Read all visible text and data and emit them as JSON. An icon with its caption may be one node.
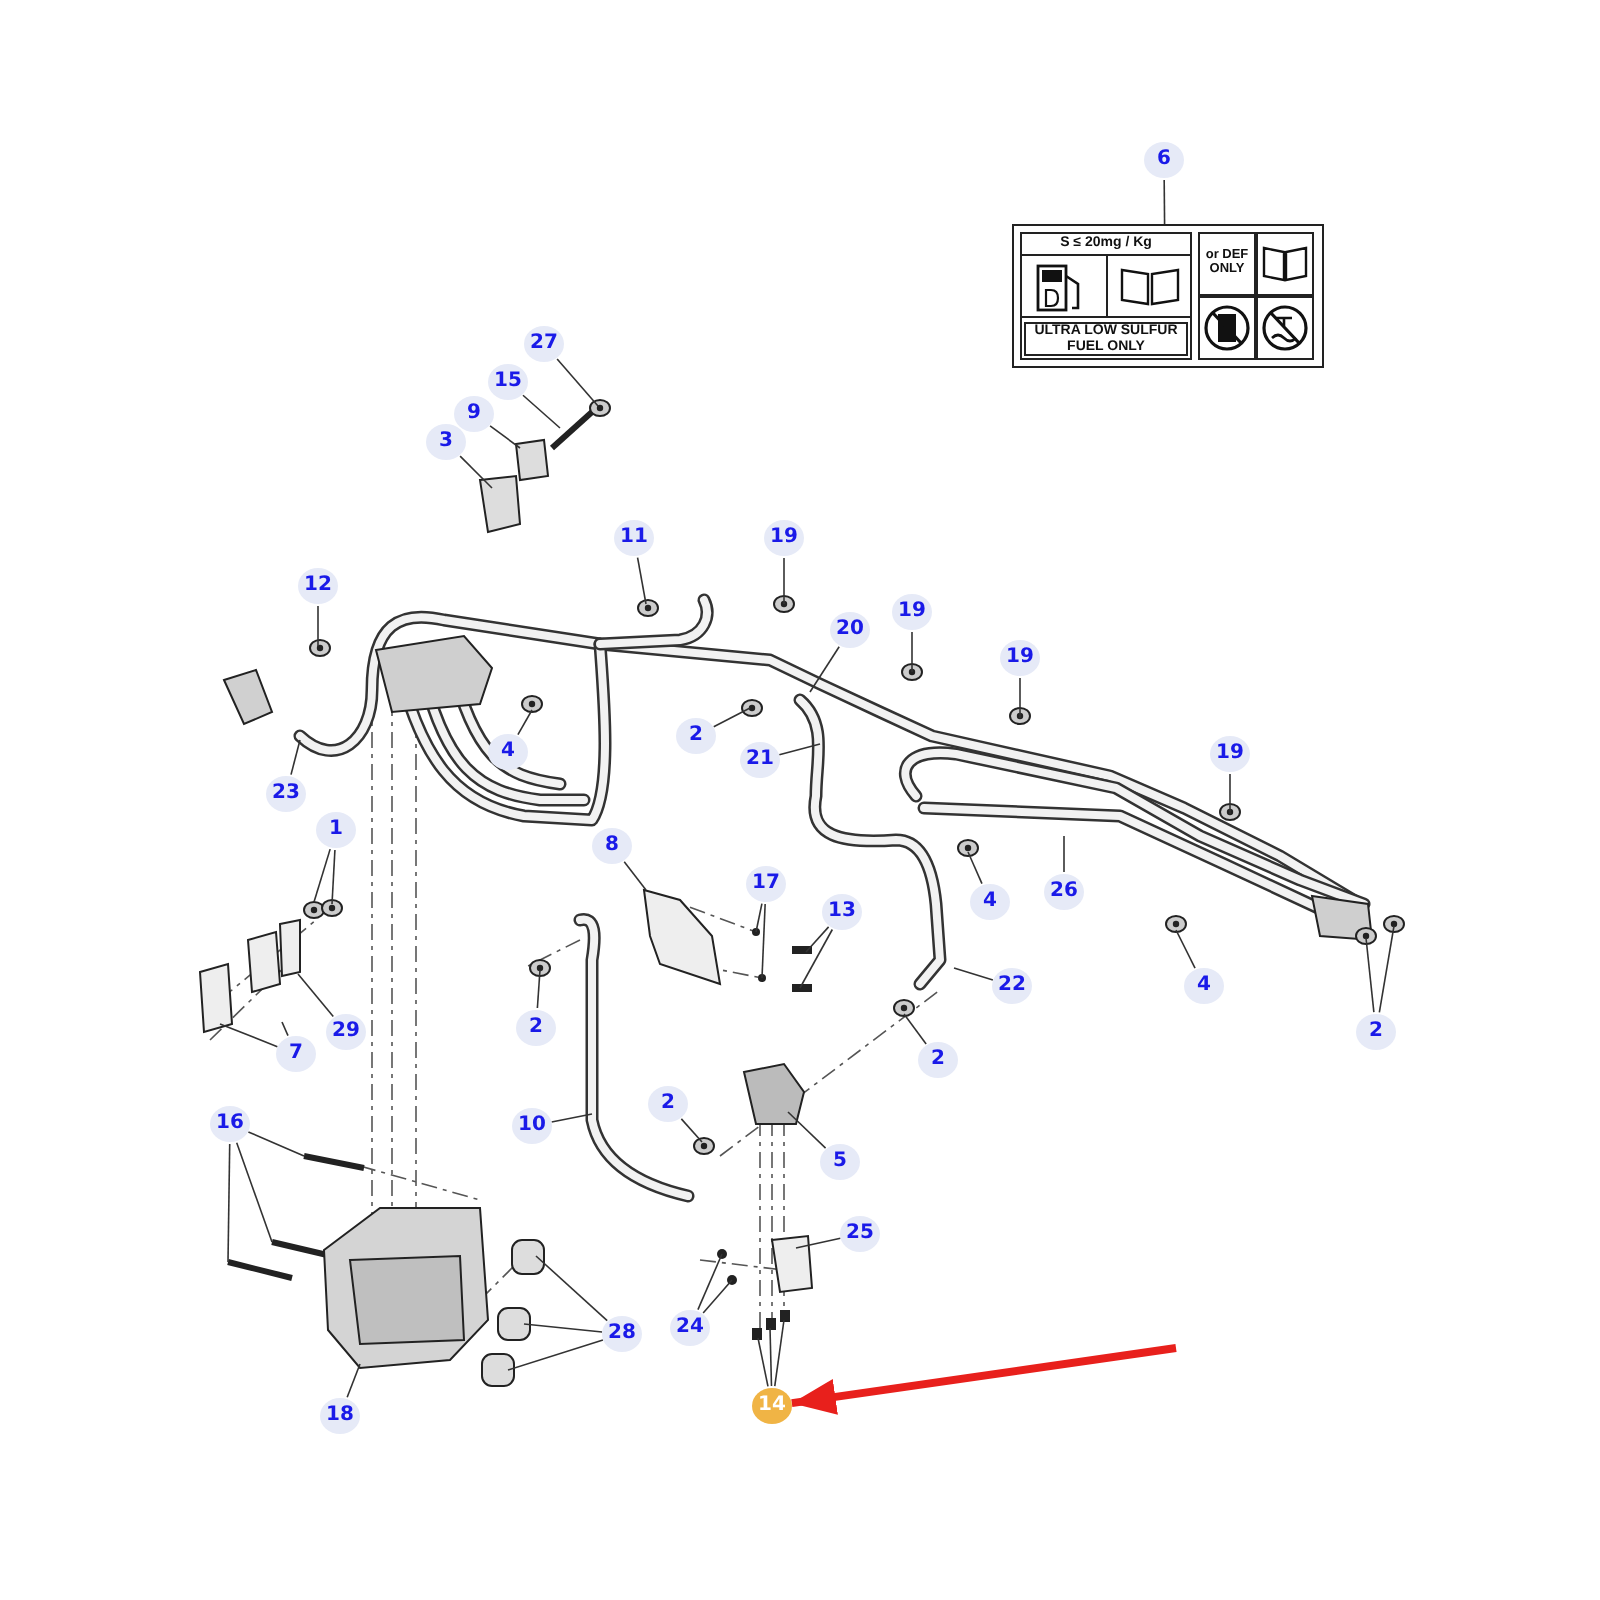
{
  "diagram": {
    "nodes": [
      {
        "text": [
          "6"
        ]
      },
      {
        "text": [
          "S ≤ 20mg / Kg",
          "or DEF ONLY",
          "ULTRA LOW SULFUR FUEL ONLY"
        ]
      },
      {
        "text": [
          "27"
        ]
      },
      {
        "text": [
          "15"
        ]
      },
      {
        "text": [
          "9"
        ]
      },
      {
        "text": [
          "3"
        ]
      },
      {
        "text": [
          "11"
        ]
      },
      {
        "text": [
          "19"
        ]
      },
      {
        "text": [
          "12"
        ]
      },
      {
        "text": [
          "20"
        ]
      },
      {
        "text": [
          "19"
        ]
      },
      {
        "text": [
          "19"
        ]
      },
      {
        "text": [
          "2"
        ]
      },
      {
        "text": [
          "4"
        ]
      },
      {
        "text": [
          "21"
        ]
      },
      {
        "text": [
          "19"
        ]
      },
      {
        "text": [
          "23"
        ]
      },
      {
        "text": [
          "1"
        ]
      },
      {
        "text": [
          "4"
        ]
      },
      {
        "text": [
          "26"
        ]
      },
      {
        "text": [
          "8"
        ]
      },
      {
        "text": [
          "17"
        ]
      },
      {
        "text": [
          "13"
        ]
      },
      {
        "text": [
          "29"
        ]
      },
      {
        "text": [
          "7"
        ]
      },
      {
        "text": [
          "2"
        ]
      },
      {
        "text": [
          "4"
        ]
      },
      {
        "text": [
          "22"
        ]
      },
      {
        "text": [
          "2"
        ]
      },
      {
        "text": [
          "2"
        ]
      },
      {
        "text": [
          "16"
        ]
      },
      {
        "text": [
          "10"
        ]
      },
      {
        "text": [
          "2"
        ]
      },
      {
        "text": [
          "5"
        ]
      },
      {
        "text": [
          "25"
        ]
      },
      {
        "text": [
          "28"
        ]
      },
      {
        "text": [
          "24"
        ]
      },
      {
        "text": [
          "18"
        ]
      },
      {
        "text": [
          "14"
        ]
      }
    ],
    "edges": [
      {
        "from": 0,
        "to": 1,
        "arrow": "none"
      },
      {
        "from": 2,
        "to": null,
        "arrow": "none"
      },
      {
        "from": 3,
        "to": null,
        "arrow": "none"
      },
      {
        "from": 4,
        "to": null,
        "arrow": "none"
      },
      {
        "from": 5,
        "to": null,
        "arrow": "none"
      },
      {
        "from": 6,
        "to": null,
        "arrow": "none"
      },
      {
        "from": 7,
        "to": null,
        "arrow": "none"
      },
      {
        "from": 8,
        "to": null,
        "arrow": "none"
      },
      {
        "from": 9,
        "to": null,
        "arrow": "none"
      },
      {
        "from": 10,
        "to": null,
        "arrow": "none"
      },
      {
        "from": 11,
        "to": null,
        "arrow": "none"
      },
      {
        "from": 12,
        "to": null,
        "arrow": "none"
      },
      {
        "from": 13,
        "to": null,
        "arrow": "none"
      },
      {
        "from": 14,
        "to": null,
        "arrow": "none"
      },
      {
        "from": 15,
        "to": null,
        "arrow": "none"
      },
      {
        "from": 16,
        "to": null,
        "arrow": "none"
      },
      {
        "from": 17,
        "to": null,
        "arrow": "none"
      },
      {
        "from": 17,
        "to": null,
        "arrow": "none"
      },
      {
        "from": 18,
        "to": null,
        "arrow": "none"
      },
      {
        "from": 19,
        "to": null,
        "arrow": "none"
      },
      {
        "from": 20,
        "to": null,
        "arrow": "none"
      },
      {
        "from": 21,
        "to": null,
        "arrow": "none"
      },
      {
        "from": 21,
        "to": null,
        "arrow": "none"
      },
      {
        "from": 22,
        "to": null,
        "arrow": "none"
      },
      {
        "from": 22,
        "to": null,
        "arrow": "none"
      },
      {
        "from": 23,
        "to": null,
        "arrow": "none"
      },
      {
        "from": 24,
        "to": null,
        "arrow": "none"
      },
      {
        "from": 24,
        "to": null,
        "arrow": "none"
      },
      {
        "from": 25,
        "to": null,
        "arrow": "none"
      },
      {
        "from": 26,
        "to": null,
        "arrow": "none"
      },
      {
        "from": 27,
        "to": null,
        "arrow": "none"
      },
      {
        "from": 28,
        "to": null,
        "arrow": "none"
      },
      {
        "from": 29,
        "to": null,
        "arrow": "none"
      },
      {
        "from": 29,
        "to": null,
        "arrow": "none"
      },
      {
        "from": 30,
        "to": null,
        "arrow": "none"
      },
      {
        "from": 30,
        "to": null,
        "arrow": "none"
      },
      {
        "from": 30,
        "to": null,
        "arrow": "none"
      },
      {
        "from": 31,
        "to": null,
        "arrow": "none"
      },
      {
        "from": 32,
        "to": null,
        "arrow": "none"
      },
      {
        "from": 33,
        "to": null,
        "arrow": "none"
      },
      {
        "from": 34,
        "to": null,
        "arrow": "none"
      },
      {
        "from": 35,
        "to": null,
        "arrow": "none"
      },
      {
        "from": 35,
        "to": null,
        "arrow": "none"
      },
      {
        "from": 35,
        "to": null,
        "arrow": "none"
      },
      {
        "from": 36,
        "to": null,
        "arrow": "none"
      },
      {
        "from": 36,
        "to": null,
        "arrow": "none"
      },
      {
        "from": 37,
        "to": null,
        "arrow": "none"
      },
      {
        "from": 38,
        "to": null,
        "arrow": "none"
      },
      {
        "from": 38,
        "to": null,
        "arrow": "none"
      },
      {
        "from": 38,
        "to": null,
        "arrow": "none"
      },
      {
        "from": null,
        "to": 38,
        "arrow": "to",
        "style": "thick",
        "color": "#e8201c"
      }
    ]
  }
}
